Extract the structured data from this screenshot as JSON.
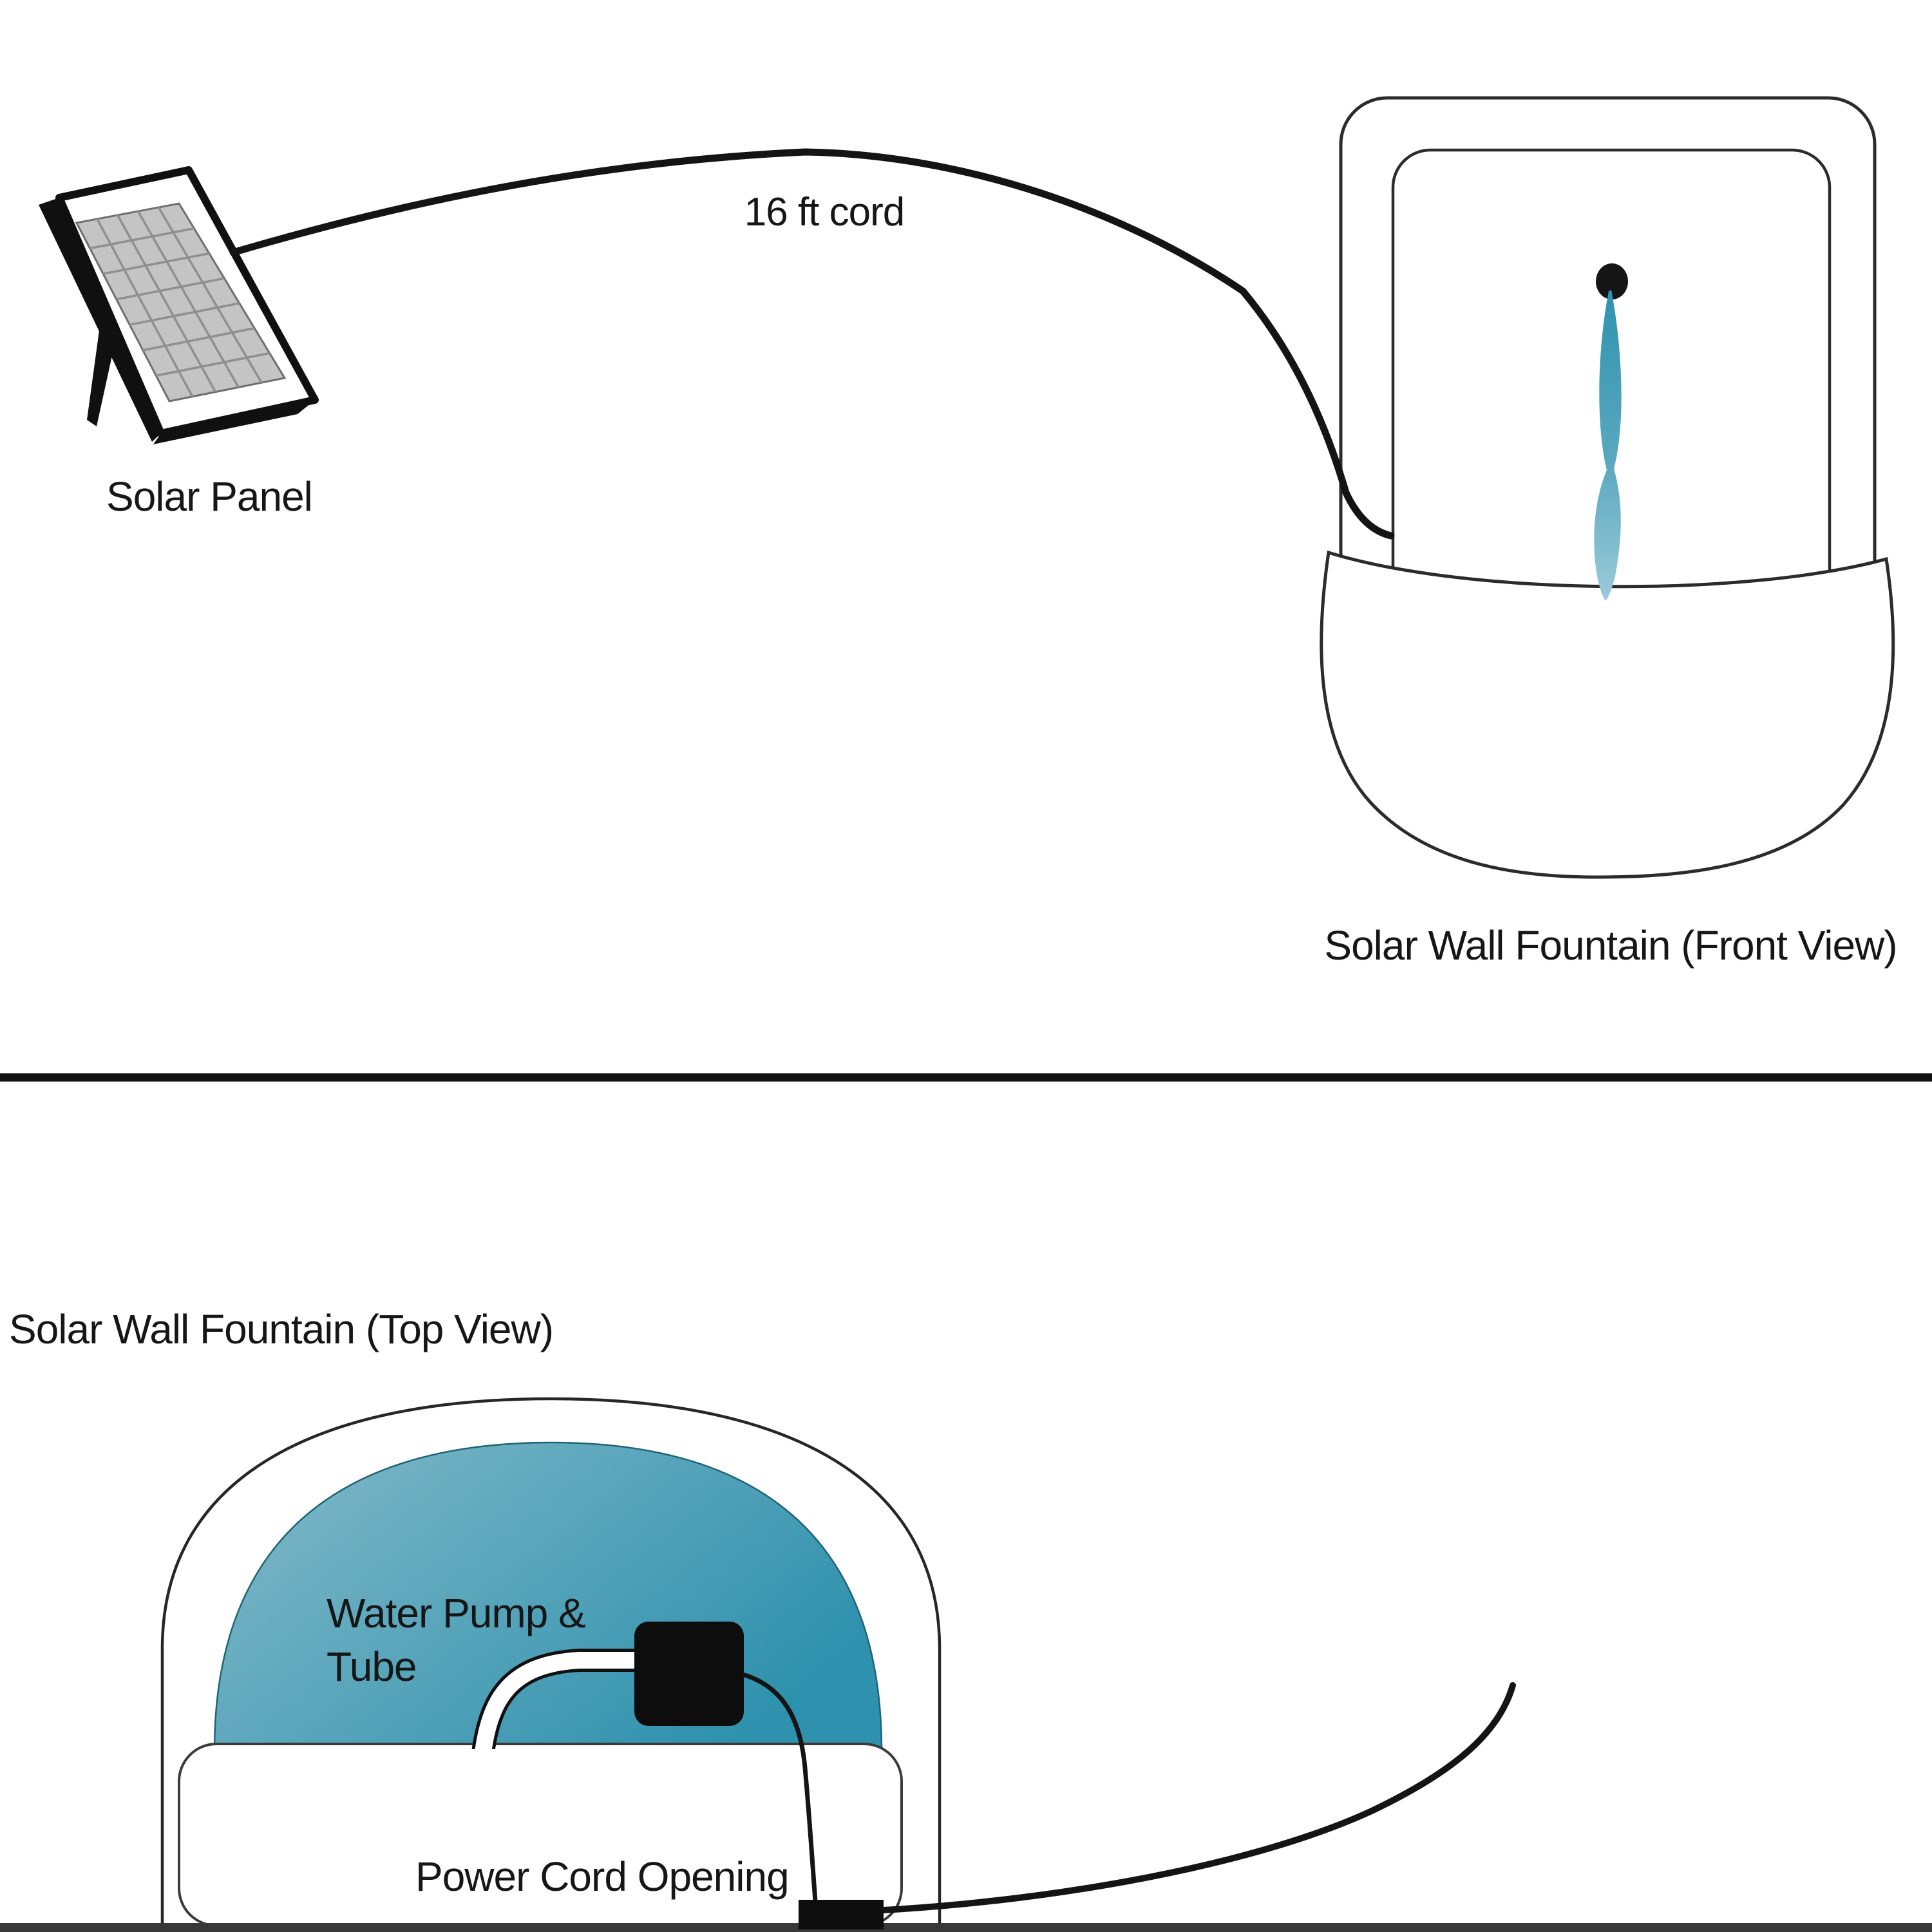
{
  "diagram": {
    "top_section": {
      "solar_panel_label": "Solar Panel",
      "cord_label": "16 ft cord",
      "fountain_label": "Solar Wall Fountain (Front View)"
    },
    "bottom_section": {
      "fountain_label": "Solar Wall Fountain (Top View)",
      "pump_label_line1": "Water Pump &",
      "pump_label_line2": "Tube",
      "power_cord_label": "Power Cord Opening"
    }
  },
  "colors": {
    "outline": "#2b2b2b",
    "cord_black": "#141414",
    "pump_black": "#0d0d0d",
    "basin_teal_dark": "#2e91ad",
    "basin_teal_light": "#85bac9",
    "stream_top": "#2f93b0",
    "stream_mid": "#5aa8bf",
    "stream_bottom": "#9acbd9",
    "panel_cell_gray": "#c4c4c4",
    "panel_grid_gray": "#8f8f8f",
    "pump_text": "#0d2535",
    "divider": "#111111",
    "ground_line": "#383838"
  }
}
